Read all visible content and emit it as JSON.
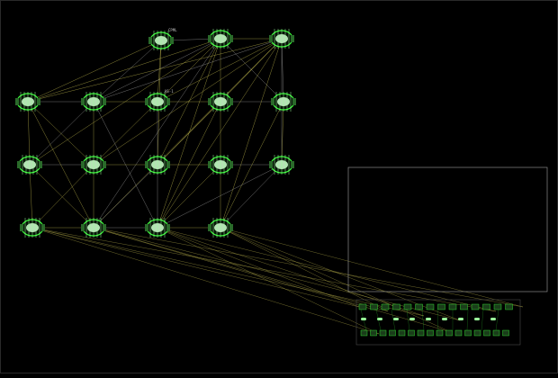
{
  "colors": {
    "background": "#000000",
    "node": "#39ff39",
    "wire_yellow": "#b8b04a",
    "wire_gray": "#9a9a9a",
    "selection": "#8a8a8a"
  },
  "nodes": [
    {
      "id": "n-top-1",
      "label": "CPML",
      "icon": "network-node-icon"
    },
    {
      "id": "n-top-2",
      "label": "",
      "icon": "network-node-icon"
    },
    {
      "id": "n-top-3",
      "label": "",
      "icon": "network-node-icon"
    },
    {
      "id": "n-r2-1",
      "label": "",
      "icon": "network-node-icon"
    },
    {
      "id": "n-r2-2",
      "label": "",
      "icon": "network-node-icon"
    },
    {
      "id": "n-r2-3",
      "label": "HS-1",
      "icon": "network-node-icon"
    },
    {
      "id": "n-r2-4",
      "label": "",
      "icon": "network-node-icon"
    },
    {
      "id": "n-r2-5",
      "label": "",
      "icon": "network-node-icon"
    },
    {
      "id": "n-r3-1",
      "label": "",
      "icon": "network-node-icon"
    },
    {
      "id": "n-r3-2",
      "label": "",
      "icon": "network-node-icon"
    },
    {
      "id": "n-r3-3",
      "label": "",
      "icon": "network-node-icon"
    },
    {
      "id": "n-r3-4",
      "label": "",
      "icon": "network-node-icon"
    },
    {
      "id": "n-r3-5",
      "label": "",
      "icon": "network-node-icon"
    },
    {
      "id": "n-r4-1",
      "label": "",
      "icon": "network-node-icon"
    },
    {
      "id": "n-r4-2",
      "label": "",
      "icon": "network-node-icon"
    },
    {
      "id": "n-r4-3",
      "label": "",
      "icon": "network-node-icon"
    },
    {
      "id": "n-r4-4",
      "label": "",
      "icon": "network-node-icon"
    }
  ],
  "rack": {
    "icon": "device-rack-icon"
  }
}
